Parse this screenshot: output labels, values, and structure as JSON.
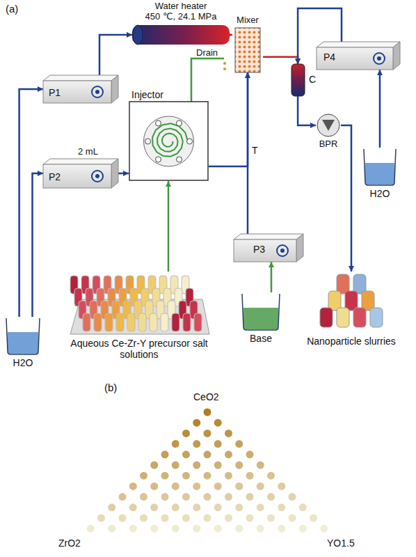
{
  "diagram": {
    "nodes": [
      {
        "text": [
          "Water heater",
          "450 ℃, 24.1 MPa"
        ]
      },
      {
        "text": [
          "P1"
        ]
      },
      {
        "text": [
          "P2"
        ]
      },
      {
        "text": [
          "Injector"
        ]
      },
      {
        "text": [
          "Mixer"
        ]
      },
      {
        "text": [
          "P3"
        ]
      },
      {
        "text": [
          "P4"
        ]
      },
      {
        "text": [
          "C"
        ]
      },
      {
        "text": [
          "BPR"
        ]
      },
      {
        "text": [
          "H2O"
        ]
      },
      {
        "text": [
          "Base"
        ]
      },
      {
        "text": [
          "H2O"
        ]
      },
      {
        "text": [
          "Aqueous Ce-Zr-Y precursor salt solutions"
        ]
      },
      {
        "text": [
          "Nanoparticle slurries"
        ]
      }
    ],
    "edges": [
      {
        "from": 9,
        "to": 1,
        "arrow": "to"
      },
      {
        "from": 9,
        "to": 2,
        "arrow": "to"
      },
      {
        "from": 1,
        "to": 0,
        "arrow": "to"
      },
      {
        "from": 0,
        "to": 4,
        "arrow": "to"
      },
      {
        "from": 2,
        "to": 3,
        "arrow": "to"
      },
      {
        "from": 3,
        "to": 4,
        "arrow": "to"
      },
      {
        "from": 10,
        "to": 5,
        "arrow": "to"
      },
      {
        "from": 5,
        "to": 4,
        "arrow": "to"
      },
      {
        "from": 4,
        "to": 7,
        "arrow": "to"
      },
      {
        "from": 6,
        "to": 7,
        "arrow": "to"
      },
      {
        "from": 11,
        "to": 6,
        "arrow": "to"
      },
      {
        "from": 7,
        "to": 8,
        "arrow": "to"
      },
      {
        "from": 8,
        "to": 13,
        "arrow": "to"
      },
      {
        "from": 12,
        "to": 3,
        "arrow": "to"
      }
    ],
    "labels": [
      "(a)",
      "Drain",
      "2 mL",
      "T",
      "(b)",
      "CeO2",
      "ZrO2",
      "YO1.5"
    ]
  }
}
